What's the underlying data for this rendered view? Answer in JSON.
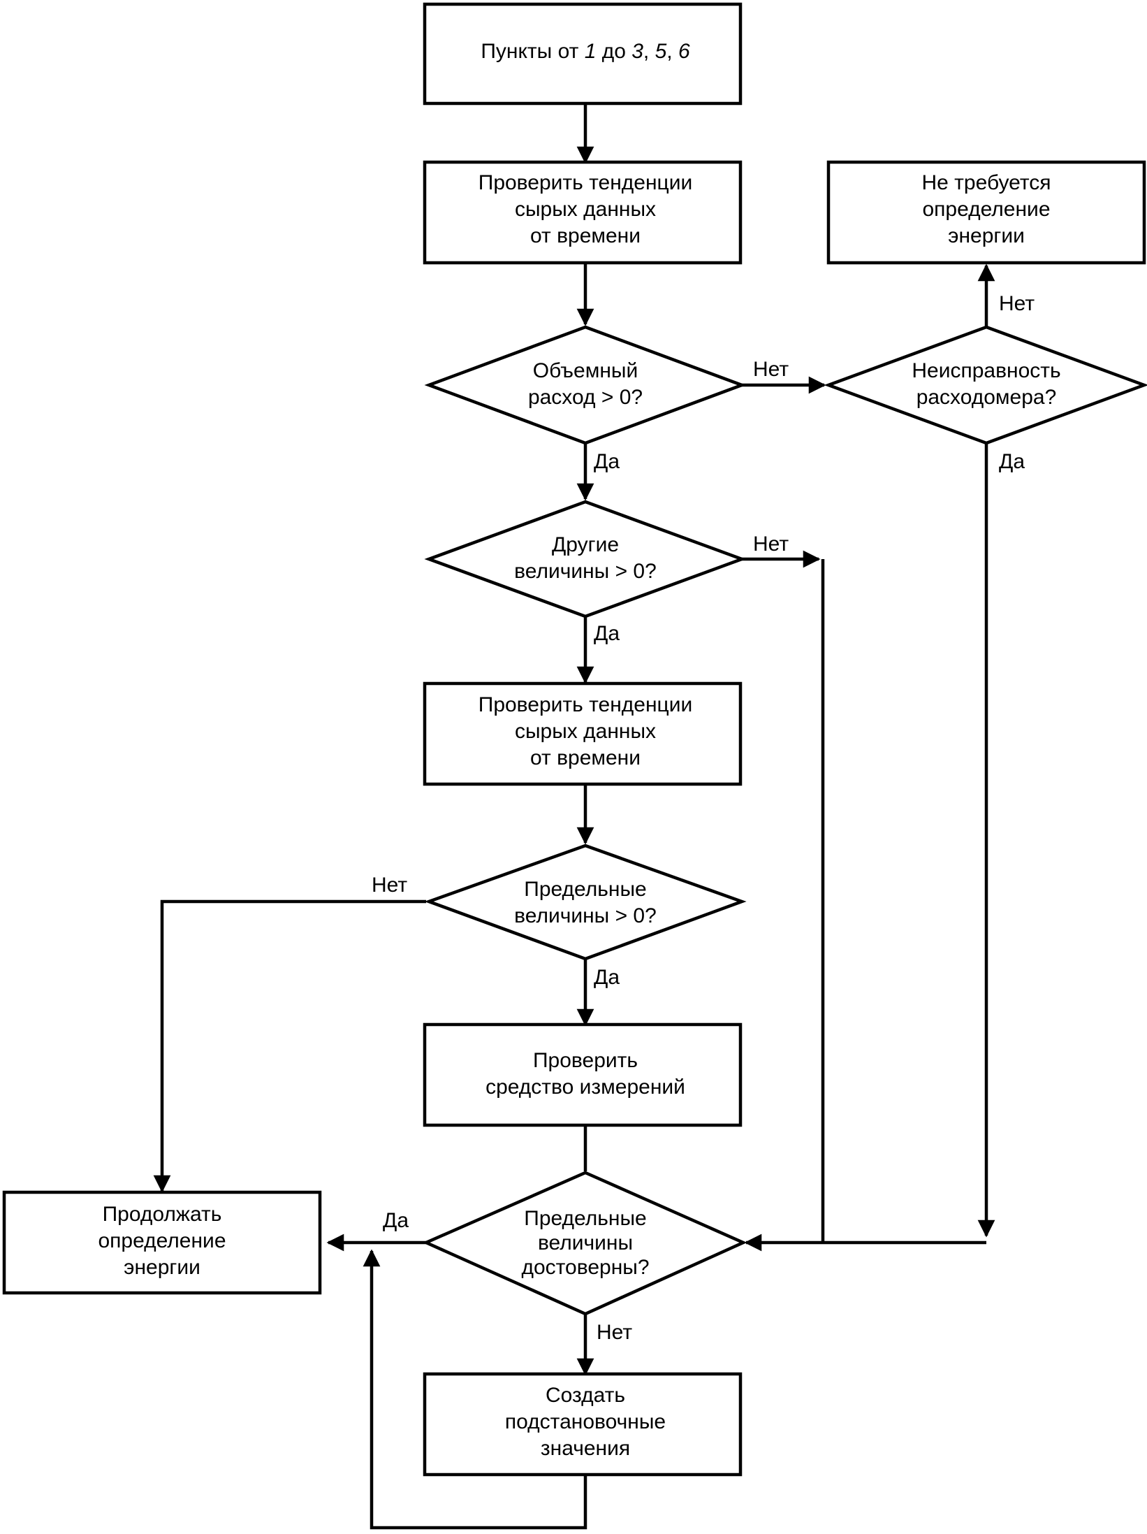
{
  "nodes": {
    "start": {
      "segments": [
        "Пункты от ",
        "1",
        " до ",
        "3",
        ", ",
        "5",
        ", ",
        "6"
      ]
    },
    "check_trends_1": {
      "lines": [
        "Проверить тенденции",
        "сырых данных",
        "от времени"
      ]
    },
    "no_energy": {
      "lines": [
        "Не требуется",
        "определение",
        "энергии"
      ]
    },
    "volume_flow": {
      "lines": [
        "Объемный",
        "расход > 0?"
      ]
    },
    "flowmeter_fault": {
      "lines": [
        "Неисправность",
        "расходомера?"
      ]
    },
    "other_values": {
      "lines": [
        "Другие",
        "величины > 0?"
      ]
    },
    "check_trends_2": {
      "lines": [
        "Проверить тенденции",
        "сырых данных",
        "от времени"
      ]
    },
    "limit_values": {
      "lines": [
        "Предельные",
        "величины > 0?"
      ]
    },
    "check_instrument": {
      "lines": [
        "Проверить",
        "средство измерений"
      ]
    },
    "continue_energy": {
      "lines": [
        "Продолжать",
        "определение",
        "энергии"
      ]
    },
    "limits_valid": {
      "lines": [
        "Предельные",
        "величины",
        "достоверны?"
      ]
    },
    "substitute": {
      "lines": [
        "Создать",
        "подстановочные",
        "значения"
      ]
    }
  },
  "labels": {
    "volume_no": "Нет",
    "volume_yes": "Да",
    "fault_no": "Нет",
    "fault_yes": "Да",
    "other_no": "Нет",
    "other_yes": "Да",
    "limit_no": "Нет",
    "limit_yes": "Да",
    "valid_yes": "Да",
    "valid_no": "Нет"
  }
}
